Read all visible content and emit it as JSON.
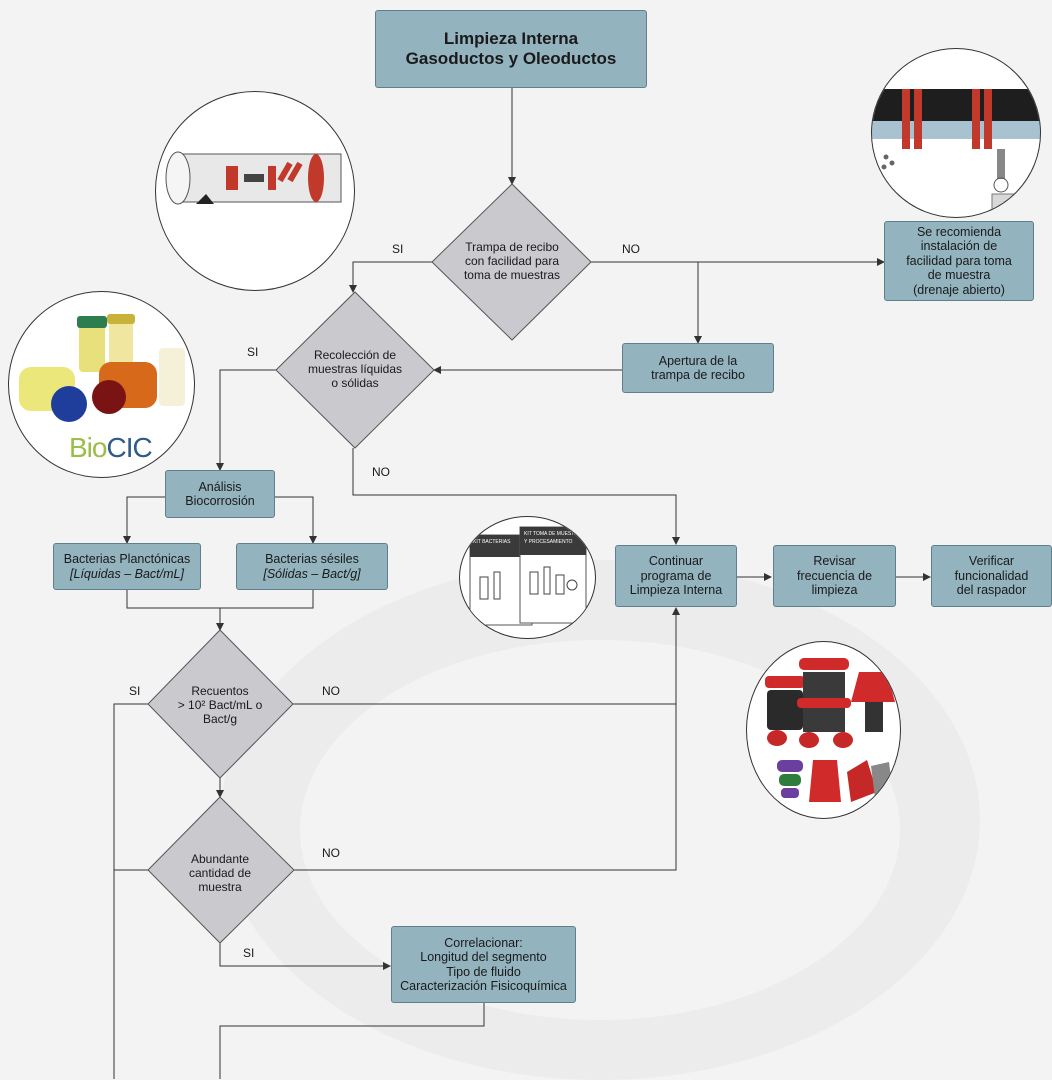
{
  "title": {
    "line1": "Limpieza Interna",
    "line2": "Gasoductos y Oleoductos"
  },
  "decision_trampa": {
    "line1": "Trampa de recibo",
    "line2": "con facilidad para",
    "line3": "toma de muestras"
  },
  "decision_recoleccion": {
    "line1": "Recolección de",
    "line2": "muestras líquidas",
    "line3": "o sólidas"
  },
  "decision_recuentos": {
    "line1": "Recuentos",
    "line2": "> 10² Bact/mL o",
    "line3": "Bact/g"
  },
  "decision_abundante": {
    "line1": "Abundante",
    "line2": "cantidad de",
    "line3": "muestra"
  },
  "box_recomienda": {
    "line1": "Se recomienda",
    "line2": "instalación de",
    "line3": "facilidad para toma",
    "line4": "de muestra",
    "line5": "(drenaje abierto)"
  },
  "box_apertura": {
    "line1": "Apertura de la",
    "line2": "trampa de recibo"
  },
  "box_analisis": {
    "line1": "Análisis",
    "line2": "Biocorrosión"
  },
  "box_planctonicas": {
    "line1": "Bacterias Planctónicas",
    "line2": "[Líquidas – Bact/mL]"
  },
  "box_sesiles": {
    "line1": "Bacterias sésiles",
    "line2": "[Sólidas – Bact/g]"
  },
  "box_continuar": {
    "line1": "Continuar",
    "line2": "programa de",
    "line3": "Limpieza Interna"
  },
  "box_revisar": {
    "line1": "Revisar",
    "line2": "frecuencia de",
    "line3": "limpieza"
  },
  "box_verificar": {
    "line1": "Verificar",
    "line2": "funcionalidad",
    "line3": "del raspador"
  },
  "box_correlacionar": {
    "line1": "Correlacionar:",
    "line2": "Longitud del segmento",
    "line3": "Tipo de fluido",
    "line4": "Caracterización Fisicoquímica"
  },
  "labels": {
    "si": "SI",
    "no": "NO"
  },
  "logo": {
    "bio": "Bio",
    "cic": "CIC"
  },
  "kit": {
    "front": "KIT BACTERIAS",
    "back1": "KIT TOMA DE MUESTRAS",
    "back2": "Y PROCESAMIENTO"
  },
  "colors": {
    "box_fill": "#93b3bf",
    "diamond_fill": "#c9c9ce",
    "line": "#333333",
    "background": "#f3f3f3"
  }
}
